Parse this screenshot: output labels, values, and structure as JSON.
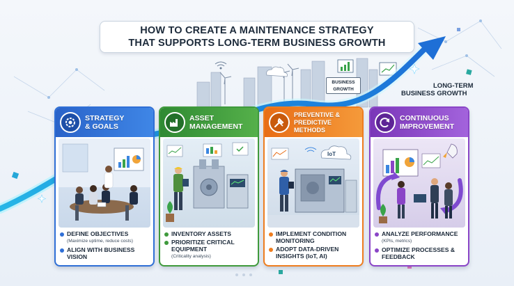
{
  "title": {
    "line1": "HOW TO CREATE A MAINTENANCE STRATEGY",
    "line2": "THAT SUPPORTS LONG-TERM BUSINESS GROWTH"
  },
  "growth": {
    "label_line1": "LONG-TERM",
    "label_line2": "BUSINESS GROWTH",
    "tag_line1": "BUSINESS",
    "tag_line2": "GROWTH"
  },
  "cards": [
    {
      "title_line1": "STRATEGY",
      "title_line2": "& GOALS",
      "color": "#2f6fd6",
      "icon": "gear-target-icon",
      "items": [
        {
          "text": "DEFINE OBJECTIVES",
          "sub": "(Maximize uptime, reduce costs)"
        },
        {
          "text": "ALIGN WITH BUSINESS VISION",
          "sub": ""
        }
      ]
    },
    {
      "title_line1": "ASSET",
      "title_line2": "MANAGEMENT",
      "color": "#3f9a3c",
      "icon": "factory-icon",
      "items": [
        {
          "text": "INVENTORY ASSETS",
          "sub": ""
        },
        {
          "text": "PRIORITIZE CRITICAL EQUIPMENT",
          "sub": "(Criticality analysis)"
        }
      ]
    },
    {
      "title_line1": "PREVENTIVE &",
      "title_line2": "PREDICTIVE METHODS",
      "color": "#ee7d1f",
      "icon": "wrench-screwdriver-icon",
      "items": [
        {
          "text": "IMPLEMENT CONDITION MONITORING",
          "sub": ""
        },
        {
          "text": "ADOPT DATA-DRIVEN INSIGHTS (IoT, AI)",
          "sub": ""
        }
      ]
    },
    {
      "title_line1": "CONTINUOUS",
      "title_line2": "IMPROVEMENT",
      "color": "#8a45c7",
      "icon": "cycle-arrows-icon",
      "items": [
        {
          "text": "ANALYZE PERFORMANCE",
          "sub": "(KPIs, metrics)"
        },
        {
          "text": "OPTIMIZE PROCESSES & FEEDBACK",
          "sub": ""
        }
      ]
    }
  ],
  "scene_labels": {
    "iot": "IoT"
  },
  "colors": {
    "growth_arrow": "#1f8fe0",
    "arrow_glow": "#7fe0ff"
  }
}
